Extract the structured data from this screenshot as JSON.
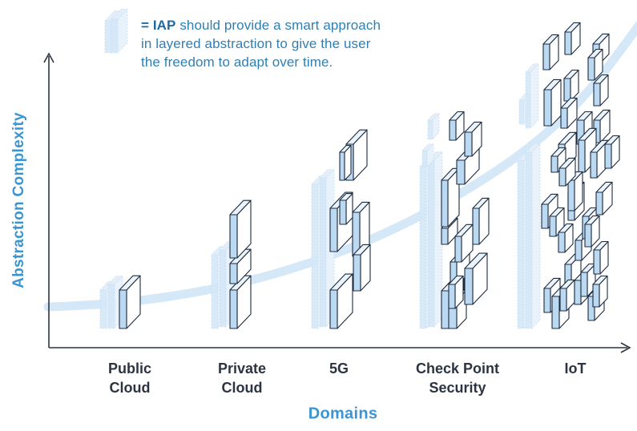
{
  "legend": {
    "key": "= IAP",
    "text": "should provide a smart approach in layered abstraction to give the user the freedom to adapt over time."
  },
  "axes": {
    "y_title": "Abstraction Complexity",
    "x_title": "Domains"
  },
  "categories": [
    {
      "line1": "Public",
      "line2": "Cloud"
    },
    {
      "line1": "Private",
      "line2": "Cloud"
    },
    {
      "line1": "5G",
      "line2": ""
    },
    {
      "line1": "Check Point",
      "line2": "Security"
    },
    {
      "line1": "IoT",
      "line2": ""
    }
  ],
  "colors": {
    "axis": "#2b3440",
    "block_face": "#bcd9f2",
    "block_side": "#ffffff",
    "block_stroke": "#1c2b3e",
    "ghost": "#d6e8f7",
    "curve": "#cfe6f7",
    "title": "#3a95d2",
    "legend": "#2f7fb3"
  }
}
